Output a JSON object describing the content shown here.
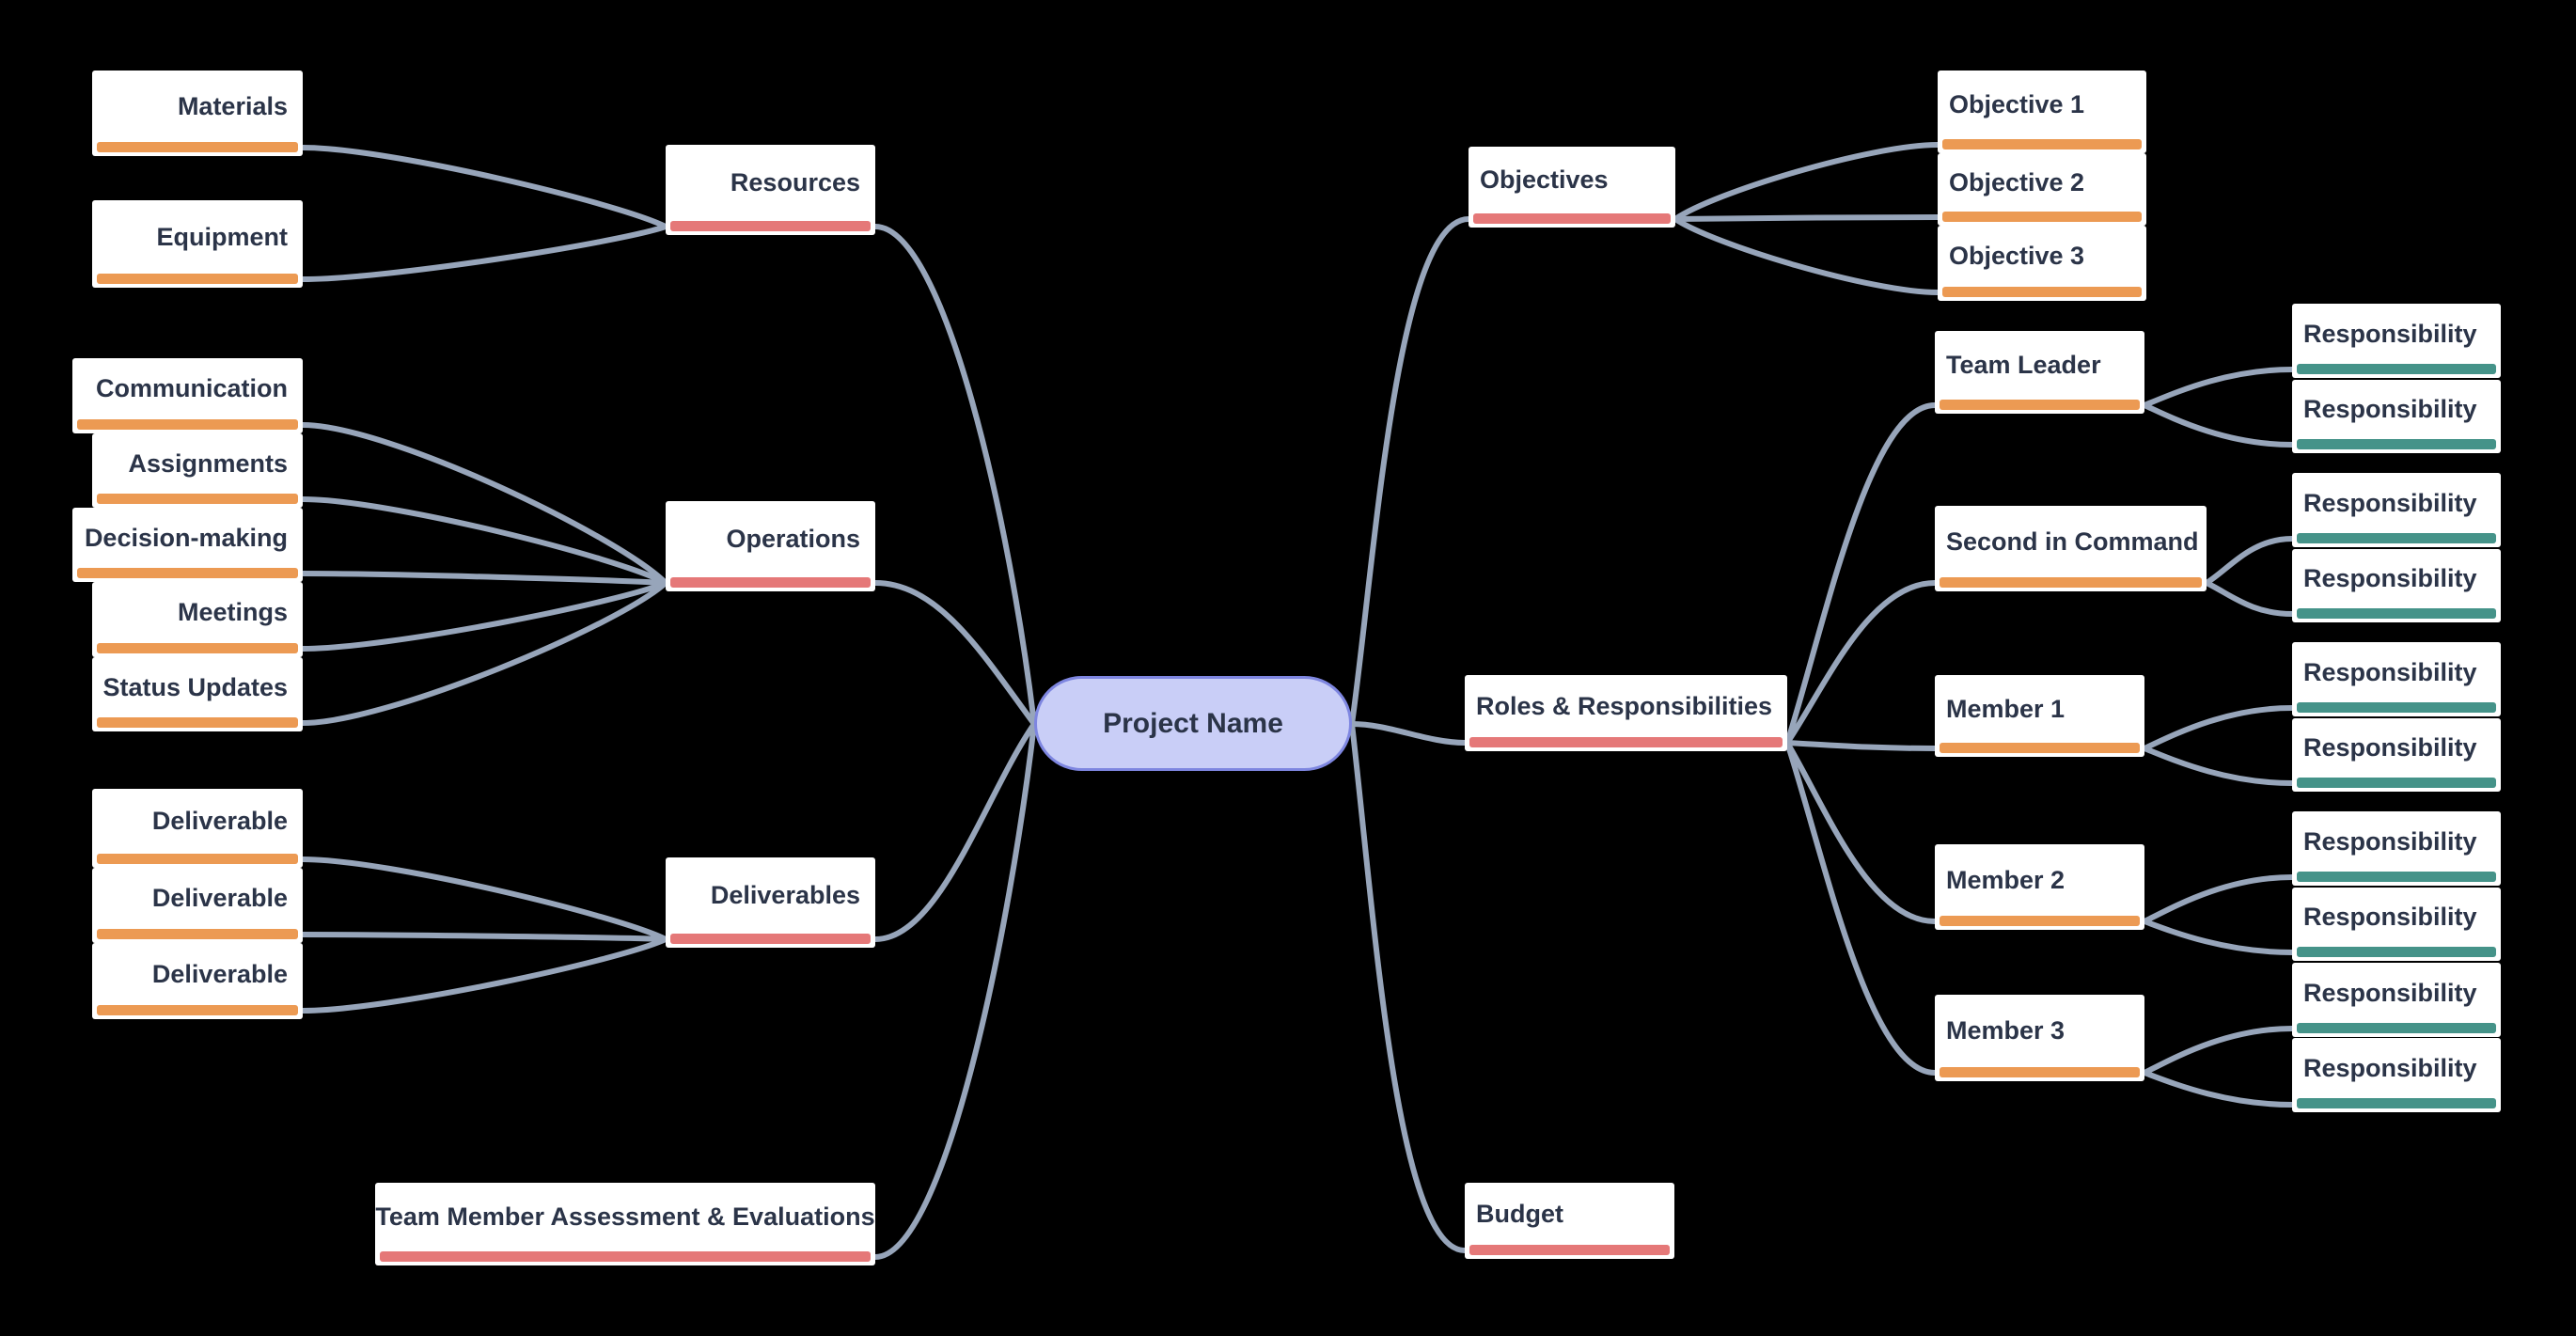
{
  "palette": {
    "background": "#000000",
    "node_bg": "#ffffff",
    "text": "#2b3448",
    "edge": "#97a5ba",
    "orange": "#ec9a53",
    "red": "#e57878",
    "teal": "#459389",
    "center_fill": "#c9cef7",
    "center_border": "#7e86e0"
  },
  "mindmap": {
    "root": {
      "label": "Project Name"
    },
    "branches": [
      {
        "label": "Resources",
        "children": [
          {
            "label": "Materials"
          },
          {
            "label": "Equipment"
          }
        ]
      },
      {
        "label": "Operations",
        "children": [
          {
            "label": "Communication"
          },
          {
            "label": "Assignments"
          },
          {
            "label": "Decision-making"
          },
          {
            "label": "Meetings"
          },
          {
            "label": "Status Updates"
          }
        ]
      },
      {
        "label": "Deliverables",
        "children": [
          {
            "label": "Deliverable"
          },
          {
            "label": "Deliverable"
          },
          {
            "label": "Deliverable"
          }
        ]
      },
      {
        "label": "Team Member Assessment & Evaluations",
        "children": []
      },
      {
        "label": "Objectives",
        "children": [
          {
            "label": "Objective 1"
          },
          {
            "label": "Objective 2"
          },
          {
            "label": "Objective 3"
          }
        ]
      },
      {
        "label": "Roles & Responsibilities",
        "children": [
          {
            "label": "Team Leader",
            "children": [
              {
                "label": "Responsibility"
              },
              {
                "label": "Responsibility"
              }
            ]
          },
          {
            "label": "Second in Command",
            "children": [
              {
                "label": "Responsibility"
              },
              {
                "label": "Responsibility"
              }
            ]
          },
          {
            "label": "Member 1",
            "children": [
              {
                "label": "Responsibility"
              },
              {
                "label": "Responsibility"
              }
            ]
          },
          {
            "label": "Member 2",
            "children": [
              {
                "label": "Responsibility"
              },
              {
                "label": "Responsibility"
              }
            ]
          },
          {
            "label": "Member 3",
            "children": [
              {
                "label": "Responsibility"
              },
              {
                "label": "Responsibility"
              }
            ]
          }
        ]
      },
      {
        "label": "Budget",
        "children": []
      }
    ]
  }
}
